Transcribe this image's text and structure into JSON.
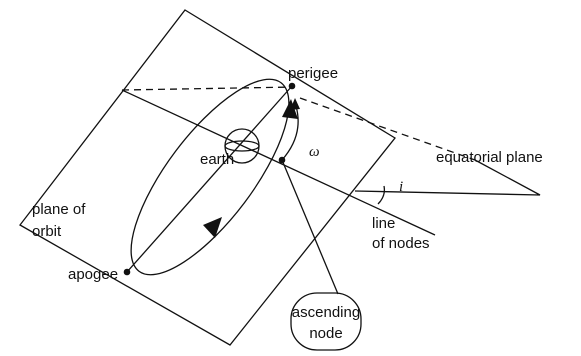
{
  "labels": {
    "perigee": "perigee",
    "apogee": "apogee",
    "earth": "earth",
    "omega": "ω",
    "equatorial_plane": "equatorial plane",
    "inclination": "i",
    "plane_of_orbit_line1": "plane of",
    "plane_of_orbit_line2": "orbit",
    "line_of_nodes_line1": "line",
    "line_of_nodes_line2": "of nodes",
    "ascending_node_line1": "ascending",
    "ascending_node_line2": "node"
  }
}
